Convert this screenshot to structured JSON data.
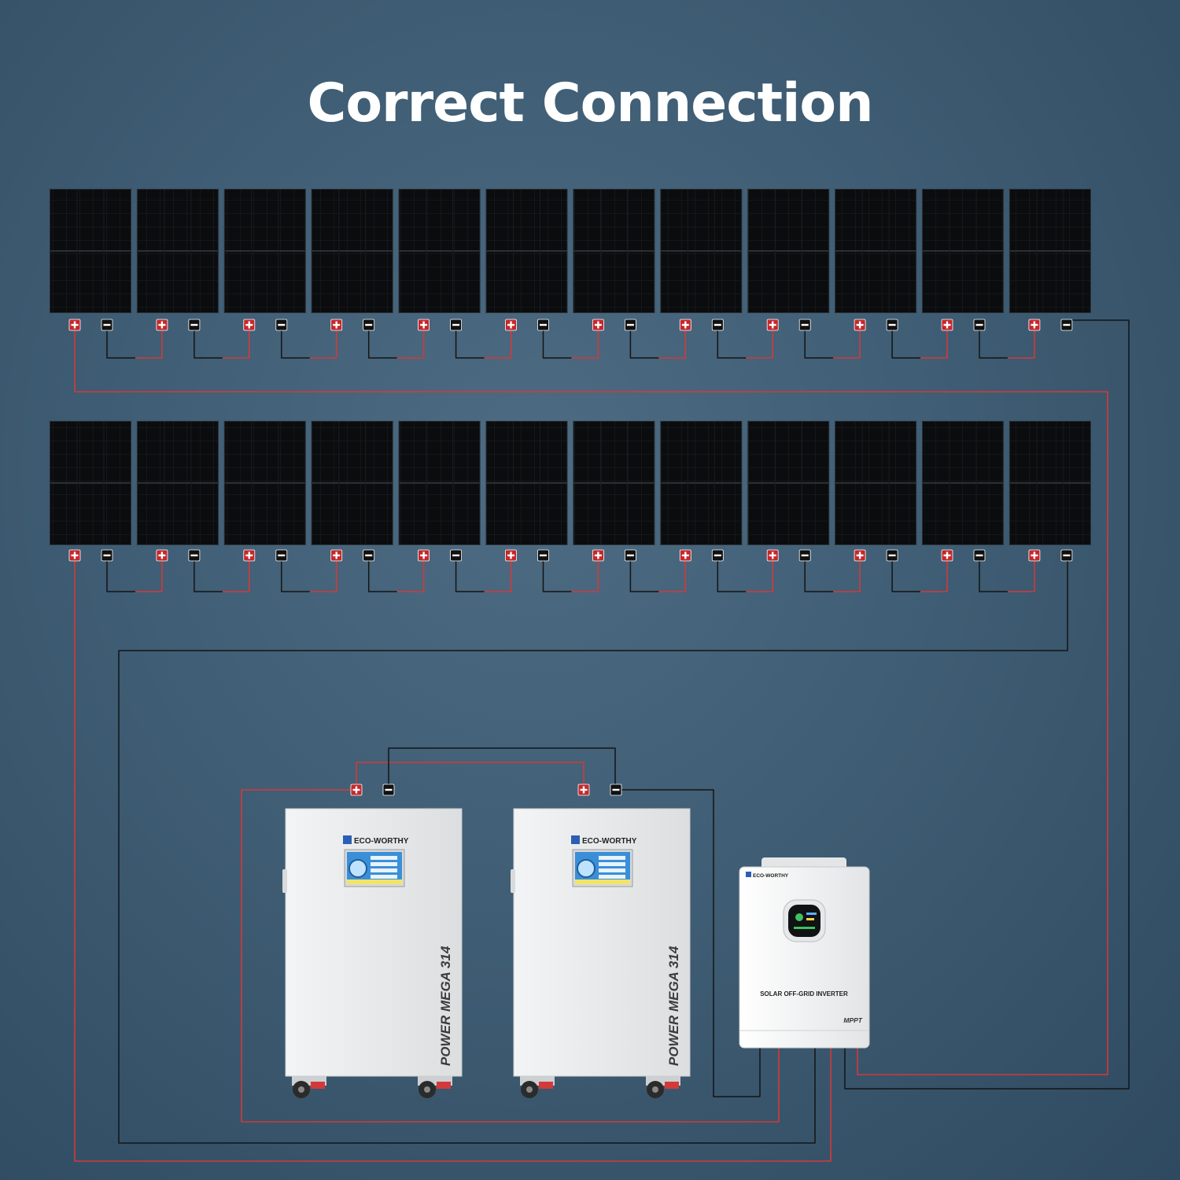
{
  "title": "Correct Connection",
  "colors": {
    "positive_wire": "#d23a3a",
    "negative_wire": "#141414",
    "panel": "#0d0e10",
    "cabinet": "#e9eaeb",
    "inverter": "#f1f2f3",
    "brand_blue": "#2c5fb3"
  },
  "solar_array": {
    "rows": 2,
    "panels_per_row": 12,
    "panel_terminals": [
      "+",
      "−"
    ]
  },
  "batteries": [
    {
      "brand": "ECO-WORTHY",
      "model": "POWER MEGA 314"
    },
    {
      "brand": "ECO-WORTHY",
      "model": "POWER MEGA 314"
    }
  ],
  "inverter": {
    "brand": "ECO-WORTHY",
    "label": "SOLAR OFF-GRID INVERTER",
    "badge": "MPPT"
  }
}
